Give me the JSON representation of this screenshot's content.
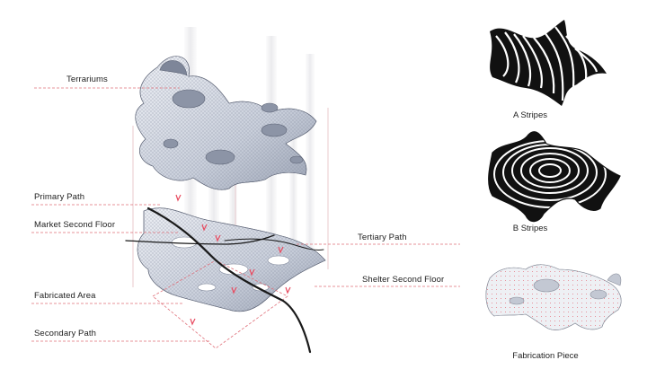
{
  "labels": {
    "terrariums": "Terrariums",
    "primary_path": "Primary Path",
    "market_second_floor": "Market Second Floor",
    "fabricated_area": "Fabricated Area",
    "secondary_path": "Secondary Path",
    "tertiary_path": "Tertiary Path",
    "shelter_second_floor": "Shelter Second Floor"
  },
  "captions": {
    "a_stripes": "A Stripes",
    "b_stripes": "B Stripes",
    "fabrication_piece": "Fabrication Piece"
  },
  "colors": {
    "leader_line": "#e0707a",
    "path_line": "#1a1a1a",
    "surface": "#d9dde6",
    "surface_shadow": "#a9b0bf",
    "marker": "#e84a5f"
  }
}
